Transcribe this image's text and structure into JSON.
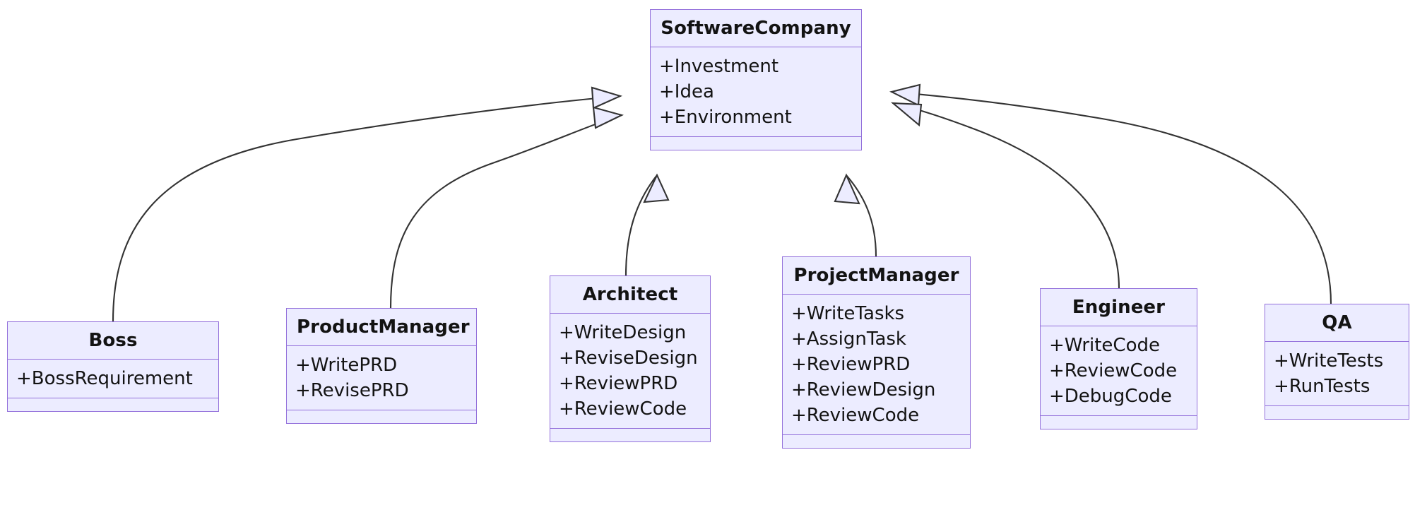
{
  "diagram": {
    "type": "uml-class-diagram",
    "title": "",
    "colors": {
      "class_fill": "#ECECFF",
      "class_border": "#9370DB",
      "edge_stroke": "#333333",
      "text": "#131313",
      "background": "#FFFFFF",
      "arrowhead_fill": "#ECECFF"
    },
    "relationship_type": "generalization",
    "arrowhead": "hollow-triangle",
    "parent": "SoftwareCompany"
  },
  "classes": [
    {
      "id": "softwarecompany",
      "name": "SoftwareCompany",
      "attributes": [
        "+Investment",
        "+Idea",
        "+Environment"
      ],
      "operations": []
    },
    {
      "id": "boss",
      "name": "Boss",
      "attributes": [
        "+BossRequirement"
      ],
      "operations": []
    },
    {
      "id": "productmanager",
      "name": "ProductManager",
      "attributes": [
        "+WritePRD",
        "+RevisePRD"
      ],
      "operations": []
    },
    {
      "id": "architect",
      "name": "Architect",
      "attributes": [
        "+WriteDesign",
        "+ReviseDesign",
        "+ReviewPRD",
        "+ReviewCode"
      ],
      "operations": []
    },
    {
      "id": "projectmanager",
      "name": "ProjectManager",
      "attributes": [
        "+WriteTasks",
        "+AssignTask",
        "+ReviewPRD",
        "+ReviewDesign",
        "+ReviewCode"
      ],
      "operations": []
    },
    {
      "id": "engineer",
      "name": "Engineer",
      "attributes": [
        "+WriteCode",
        "+ReviewCode",
        "+DebugCode"
      ],
      "operations": []
    },
    {
      "id": "qa",
      "name": "QA",
      "attributes": [
        "+WriteTests",
        "+RunTests"
      ],
      "operations": []
    }
  ],
  "relationships": [
    {
      "from": "Boss",
      "to": "SoftwareCompany",
      "type": "inheritance"
    },
    {
      "from": "ProductManager",
      "to": "SoftwareCompany",
      "type": "inheritance"
    },
    {
      "from": "Architect",
      "to": "SoftwareCompany",
      "type": "inheritance"
    },
    {
      "from": "ProjectManager",
      "to": "SoftwareCompany",
      "type": "inheritance"
    },
    {
      "from": "Engineer",
      "to": "SoftwareCompany",
      "type": "inheritance"
    },
    {
      "from": "QA",
      "to": "SoftwareCompany",
      "type": "inheritance"
    }
  ]
}
